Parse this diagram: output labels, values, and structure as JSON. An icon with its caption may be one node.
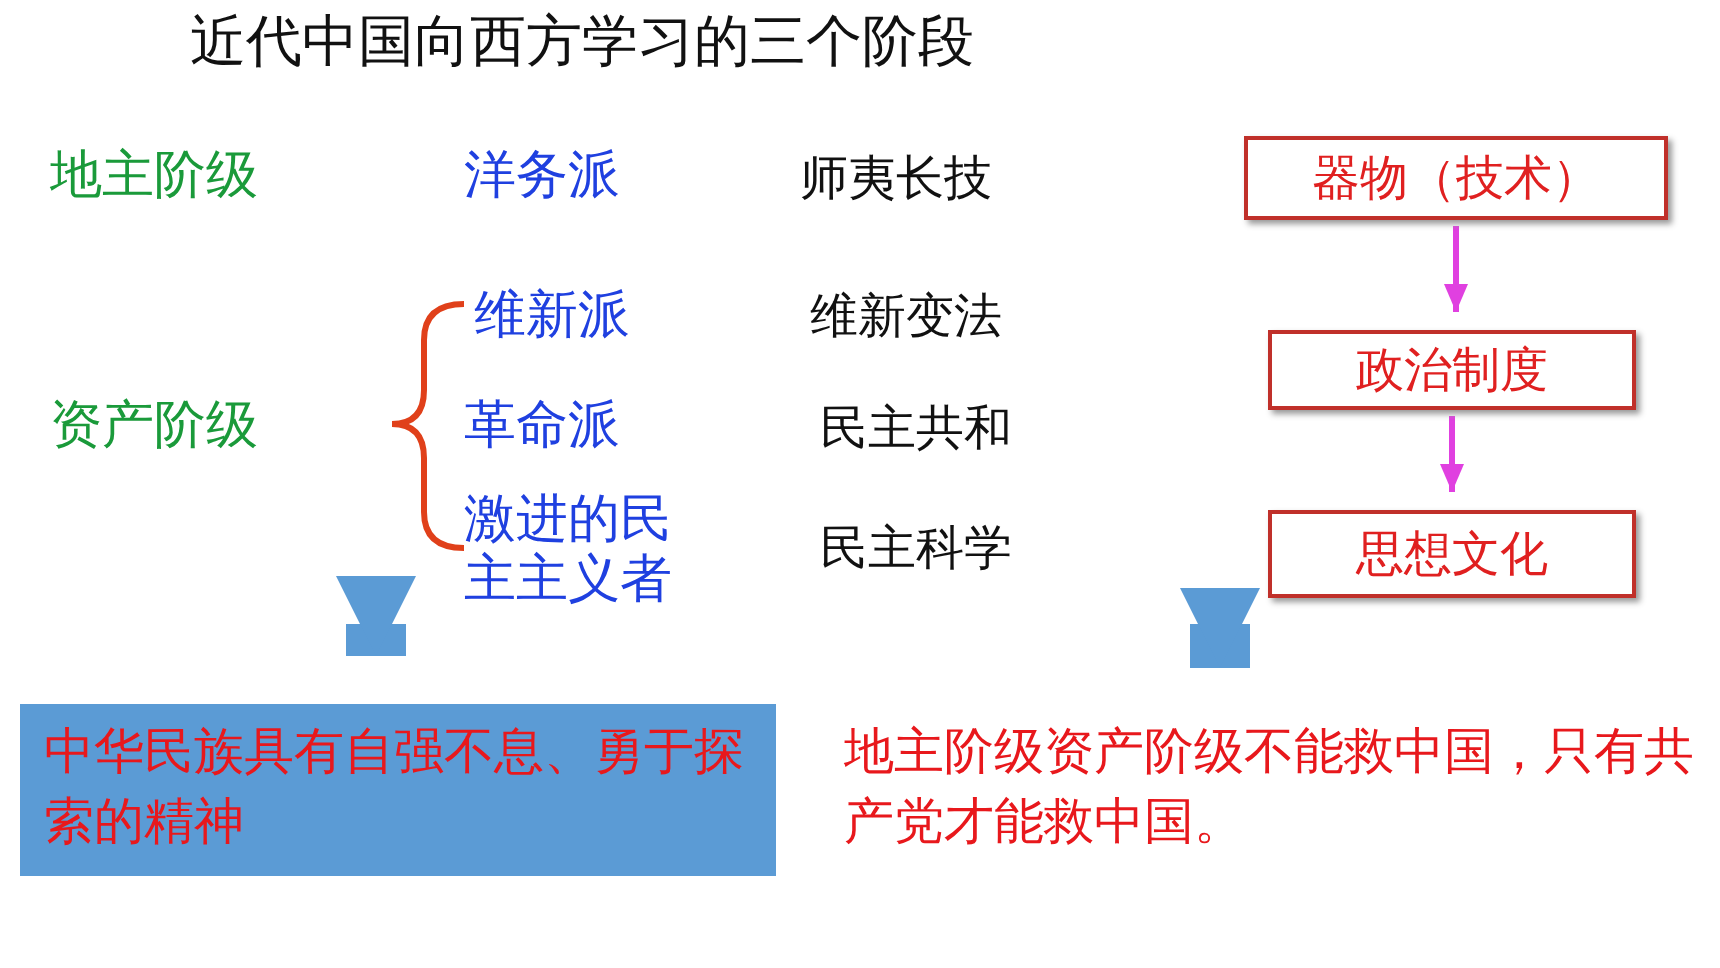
{
  "diagram": {
    "title": "近代中国向西方学习的三个阶段",
    "nodes": [
      {
        "text": [
          "器物（技术）"
        ]
      },
      {
        "text": [
          "政治制度"
        ]
      },
      {
        "text": [
          "思想文化"
        ]
      },
      {
        "text": [
          "中华民族具有自强不息、勇于探索的精神"
        ]
      },
      {
        "text": [
          "地主阶级资产阶级不能救中国，只有共产党才能救中国。"
        ]
      }
    ],
    "edges": [
      {
        "from": 0,
        "to": 1,
        "arrow": "to"
      },
      {
        "from": 1,
        "to": 2,
        "arrow": "to"
      },
      {
        "from": null,
        "to": 3,
        "arrow": "to",
        "style": "thick",
        "color": "#5b9bd5"
      },
      {
        "from": null,
        "to": 4,
        "arrow": "to",
        "style": "thick",
        "color": "#5b9bd5"
      }
    ],
    "labels": [
      "地主阶级",
      "洋务派",
      "师夷长技",
      "维新派",
      "维新变法",
      "资产阶级",
      "革命派",
      "民主共和",
      "激进的民主主义者",
      "民主科学"
    ]
  }
}
